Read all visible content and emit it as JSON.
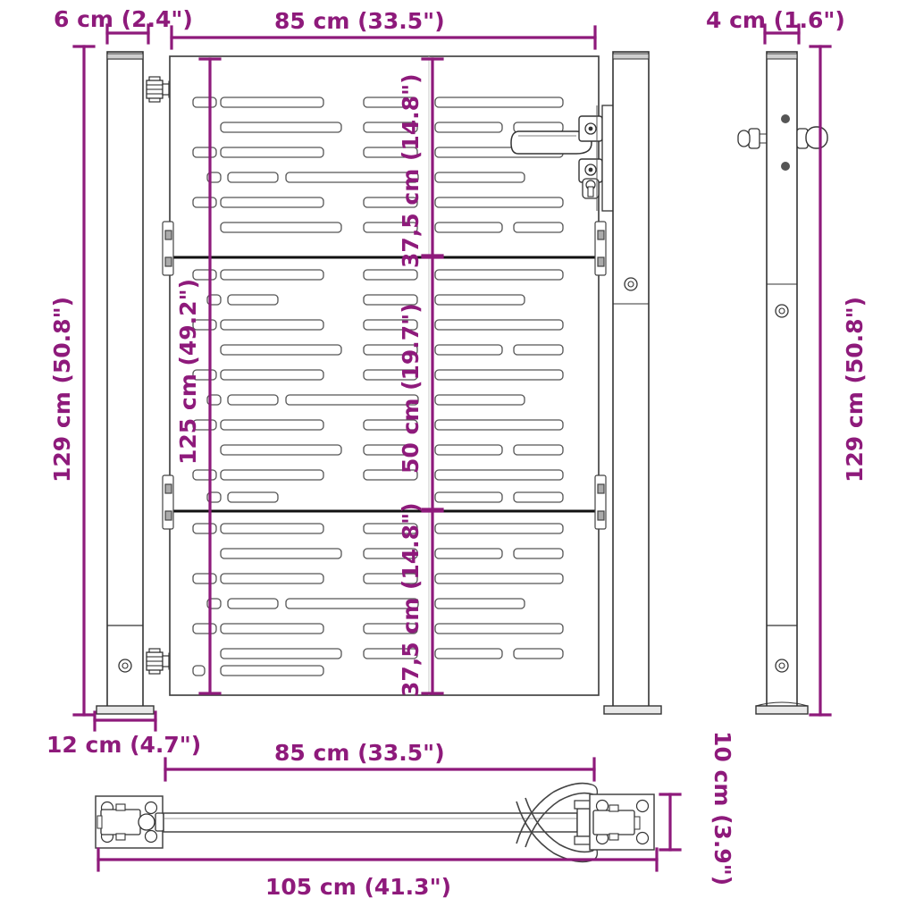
{
  "drawing": {
    "title": "Garden gate technical dimension drawing",
    "units_note": "cm with inch equivalents in parentheses",
    "accent_color": "#8e1a7b",
    "line_color": "#1a1a1a",
    "background": "#ffffff"
  },
  "dimensions": {
    "post_width_top_left": "6 cm (2.4\")",
    "gate_width_top": "85 cm (33.5\")",
    "post_depth_top_right": "4 cm (1.6\")",
    "overall_height_left": "129 cm (50.8\")",
    "gate_panel_height": "125 cm (49.2\")",
    "upper_section_height": "37,5 cm (14.8\")",
    "middle_section_height": "50 cm (19.7\")",
    "lower_section_height": "37,5 cm (14.8\")",
    "overall_height_right": "129 cm (50.8\")",
    "base_plate_width": "12 cm (4.7\")",
    "plan_gate_width": "85 cm (33.5\")",
    "plan_overall_width": "105 cm (41.3\")",
    "plan_plate_depth": "10 cm (3.9\")"
  },
  "views": {
    "front_elevation": "front-elevation-view",
    "side_elevation": "side-elevation-view",
    "plan": "top-plan-view"
  },
  "components": {
    "left_post": "left-post",
    "right_post": "right-post",
    "gate_panel": "gate-panel",
    "lever_handle": "lever-handle",
    "lock_cylinder": "lock-cylinder",
    "upper_hinge": "upper-hinge",
    "lower_hinge": "lower-hinge",
    "base_plate": "base-plate",
    "anchor_hole": "anchor-hole",
    "slat_slot": "slat-slot"
  }
}
